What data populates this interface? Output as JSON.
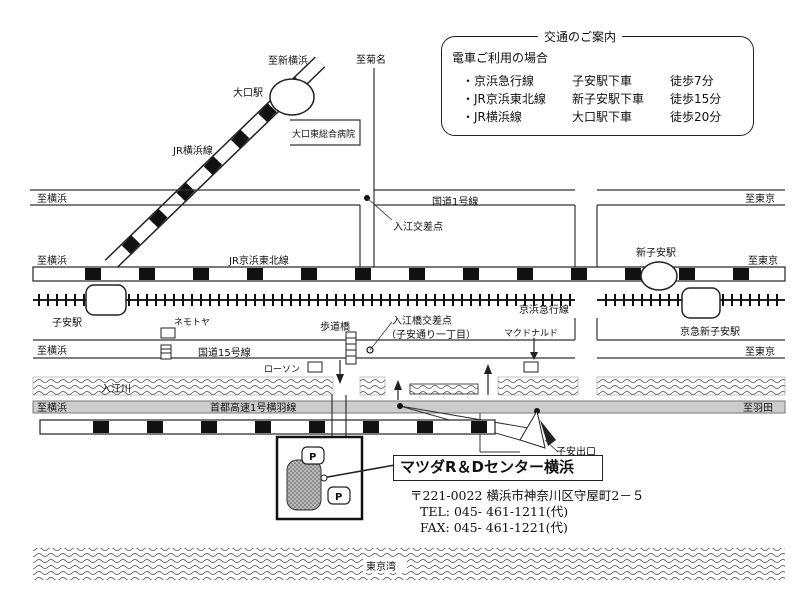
{
  "access_box": {
    "title": "交通のご案内",
    "subtitle": "電車ご利用の場合",
    "routes": [
      {
        "line": "・京浜急行線",
        "station": "子安駅下車",
        "time": "徒歩7分"
      },
      {
        "line": "・JR京浜東北線",
        "station": "新子安駅下車",
        "time": "徒歩15分"
      },
      {
        "line": "・JR横浜線",
        "station": "大口駅下車",
        "time": "徒歩20分"
      }
    ]
  },
  "labels": {
    "to_shin_yokohama": "至新横浜",
    "to_kikuna": "至菊名",
    "oguchi_station": "大口駅",
    "oguchi_hospital": "大口東総合病院",
    "jr_yokohama_line": "JR横浜線",
    "to_yokohama_1": "至横浜",
    "to_tokyo_1": "至東京",
    "route1": "国道1号線",
    "irie_intersection": "入江交差点",
    "to_yokohama_2": "至横浜",
    "jr_keihin_tohoku": "JR京浜東北線",
    "shin_koyasu_station": "新子安駅",
    "to_tokyo_2": "至東京",
    "koyasu_station": "子安駅",
    "nemotoya": "ネモトヤ",
    "pedestrian_bridge": "歩道橋",
    "iriebashi_1": "入江橋交差点",
    "iriebashi_2": "（子安通り一丁目）",
    "mcdonalds": "マクドナルド",
    "keikyu_line": "京浜急行線",
    "keikyu_shinkoyasu": "京急新子安駅",
    "to_yokohama_3": "至横浜",
    "route15": "国道15号線",
    "lawson": "ローソン",
    "to_tokyo_3": "至東京",
    "iriegawa": "入江川",
    "to_yokohama_4": "至横浜",
    "expressway": "首都高速1号横羽線",
    "to_haneda": "至羽田",
    "koyasu_exit": "子安出口",
    "parking": "P",
    "tokyo_bay": "東京湾"
  },
  "center": {
    "name": "マツダR＆Dセンター横浜",
    "address": "〒221-0022 横浜市神奈川区守屋町2－５",
    "tel": "TEL: 045- 461-1211(代)",
    "fax": "FAX: 045- 461-1221(代)"
  }
}
